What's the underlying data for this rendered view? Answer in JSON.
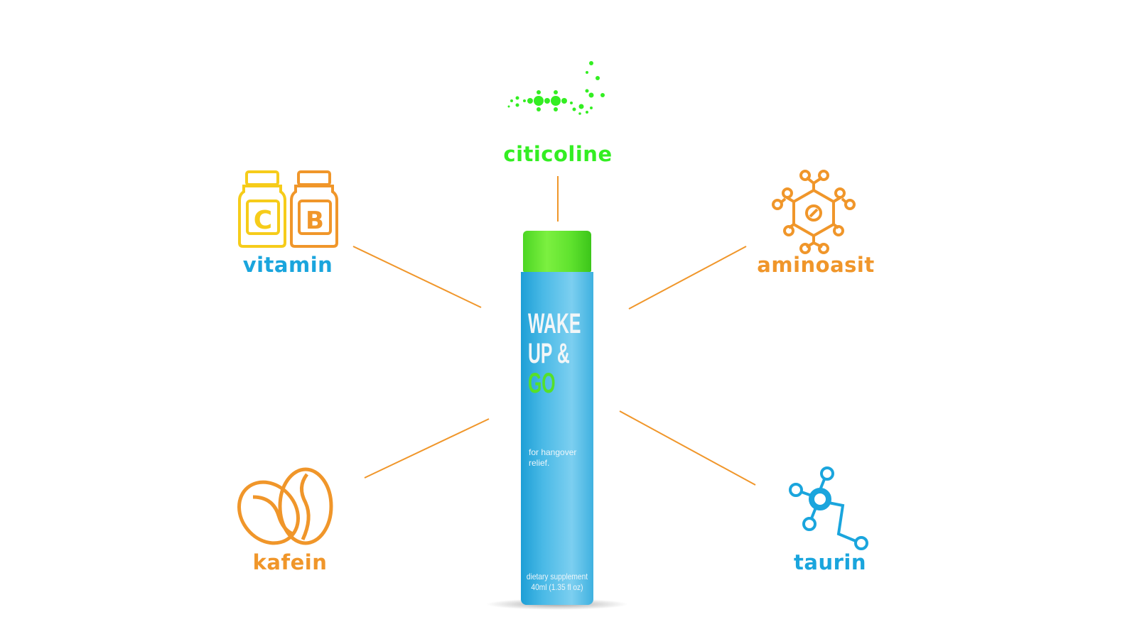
{
  "ingredients": {
    "citicoline": "citicoline",
    "vitamin": "vitamin",
    "aminoasit": "aminoasit",
    "kafein": "kafein",
    "taurin": "taurin"
  },
  "vitamin_icon_letters": {
    "c": "C",
    "b": "B"
  },
  "bottle": {
    "brand_line1": "WAKE",
    "brand_line2": "UP &",
    "brand_line3": "GO",
    "tagline_line1": "for hangover",
    "tagline_line2": "relief.",
    "footer_line1": "dietary supplement",
    "footer_line2": "40ml (1.35 fl oz)"
  },
  "colors": {
    "green": "#33ee22",
    "blue": "#1aa5dd",
    "orange": "#f0962a",
    "yellow": "#f6cc1a"
  }
}
